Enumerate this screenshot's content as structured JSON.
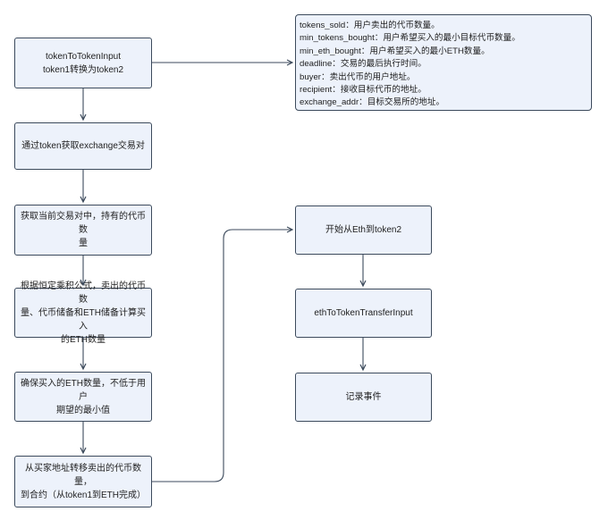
{
  "left_flow": [
    {
      "lines": [
        "tokenToTokenInput",
        "token1转换为token2"
      ]
    },
    {
      "lines": [
        "通过token获取exchange交易对"
      ]
    },
    {
      "lines": [
        "获取当前交易对中，持有的代币数",
        "量"
      ]
    },
    {
      "lines": [
        "根据恒定乘积公式，卖出的代币数",
        "量、代币储备和ETH储备计算买入",
        "的ETH数量"
      ]
    },
    {
      "lines": [
        "确保买入的ETH数量，不低于用户",
        "期望的最小值"
      ]
    },
    {
      "lines": [
        "从买家地址转移卖出的代币数量，",
        "到合约（从token1到ETH完成）"
      ]
    }
  ],
  "right_flow": [
    {
      "lines": [
        "开始从Eth到token2"
      ]
    },
    {
      "lines": [
        "ethToTokenTransferInput"
      ]
    },
    {
      "lines": [
        "记录事件"
      ]
    }
  ],
  "params_note": [
    "tokens_sold：用户卖出的代币数量。",
    "min_tokens_bought：用户希望买入的最小目标代币数量。",
    "min_eth_bought：用户希望买入的最小ETH数量。",
    "deadline：交易的最后执行时间。",
    "buyer：卖出代币的用户地址。",
    "recipient：接收目标代币的地址。",
    "exchange_addr：目标交易所的地址。"
  ],
  "colors": {
    "box_fill": "#edf2fb",
    "box_border": "#3c4a5c",
    "arrow": "#3c4a5c"
  }
}
